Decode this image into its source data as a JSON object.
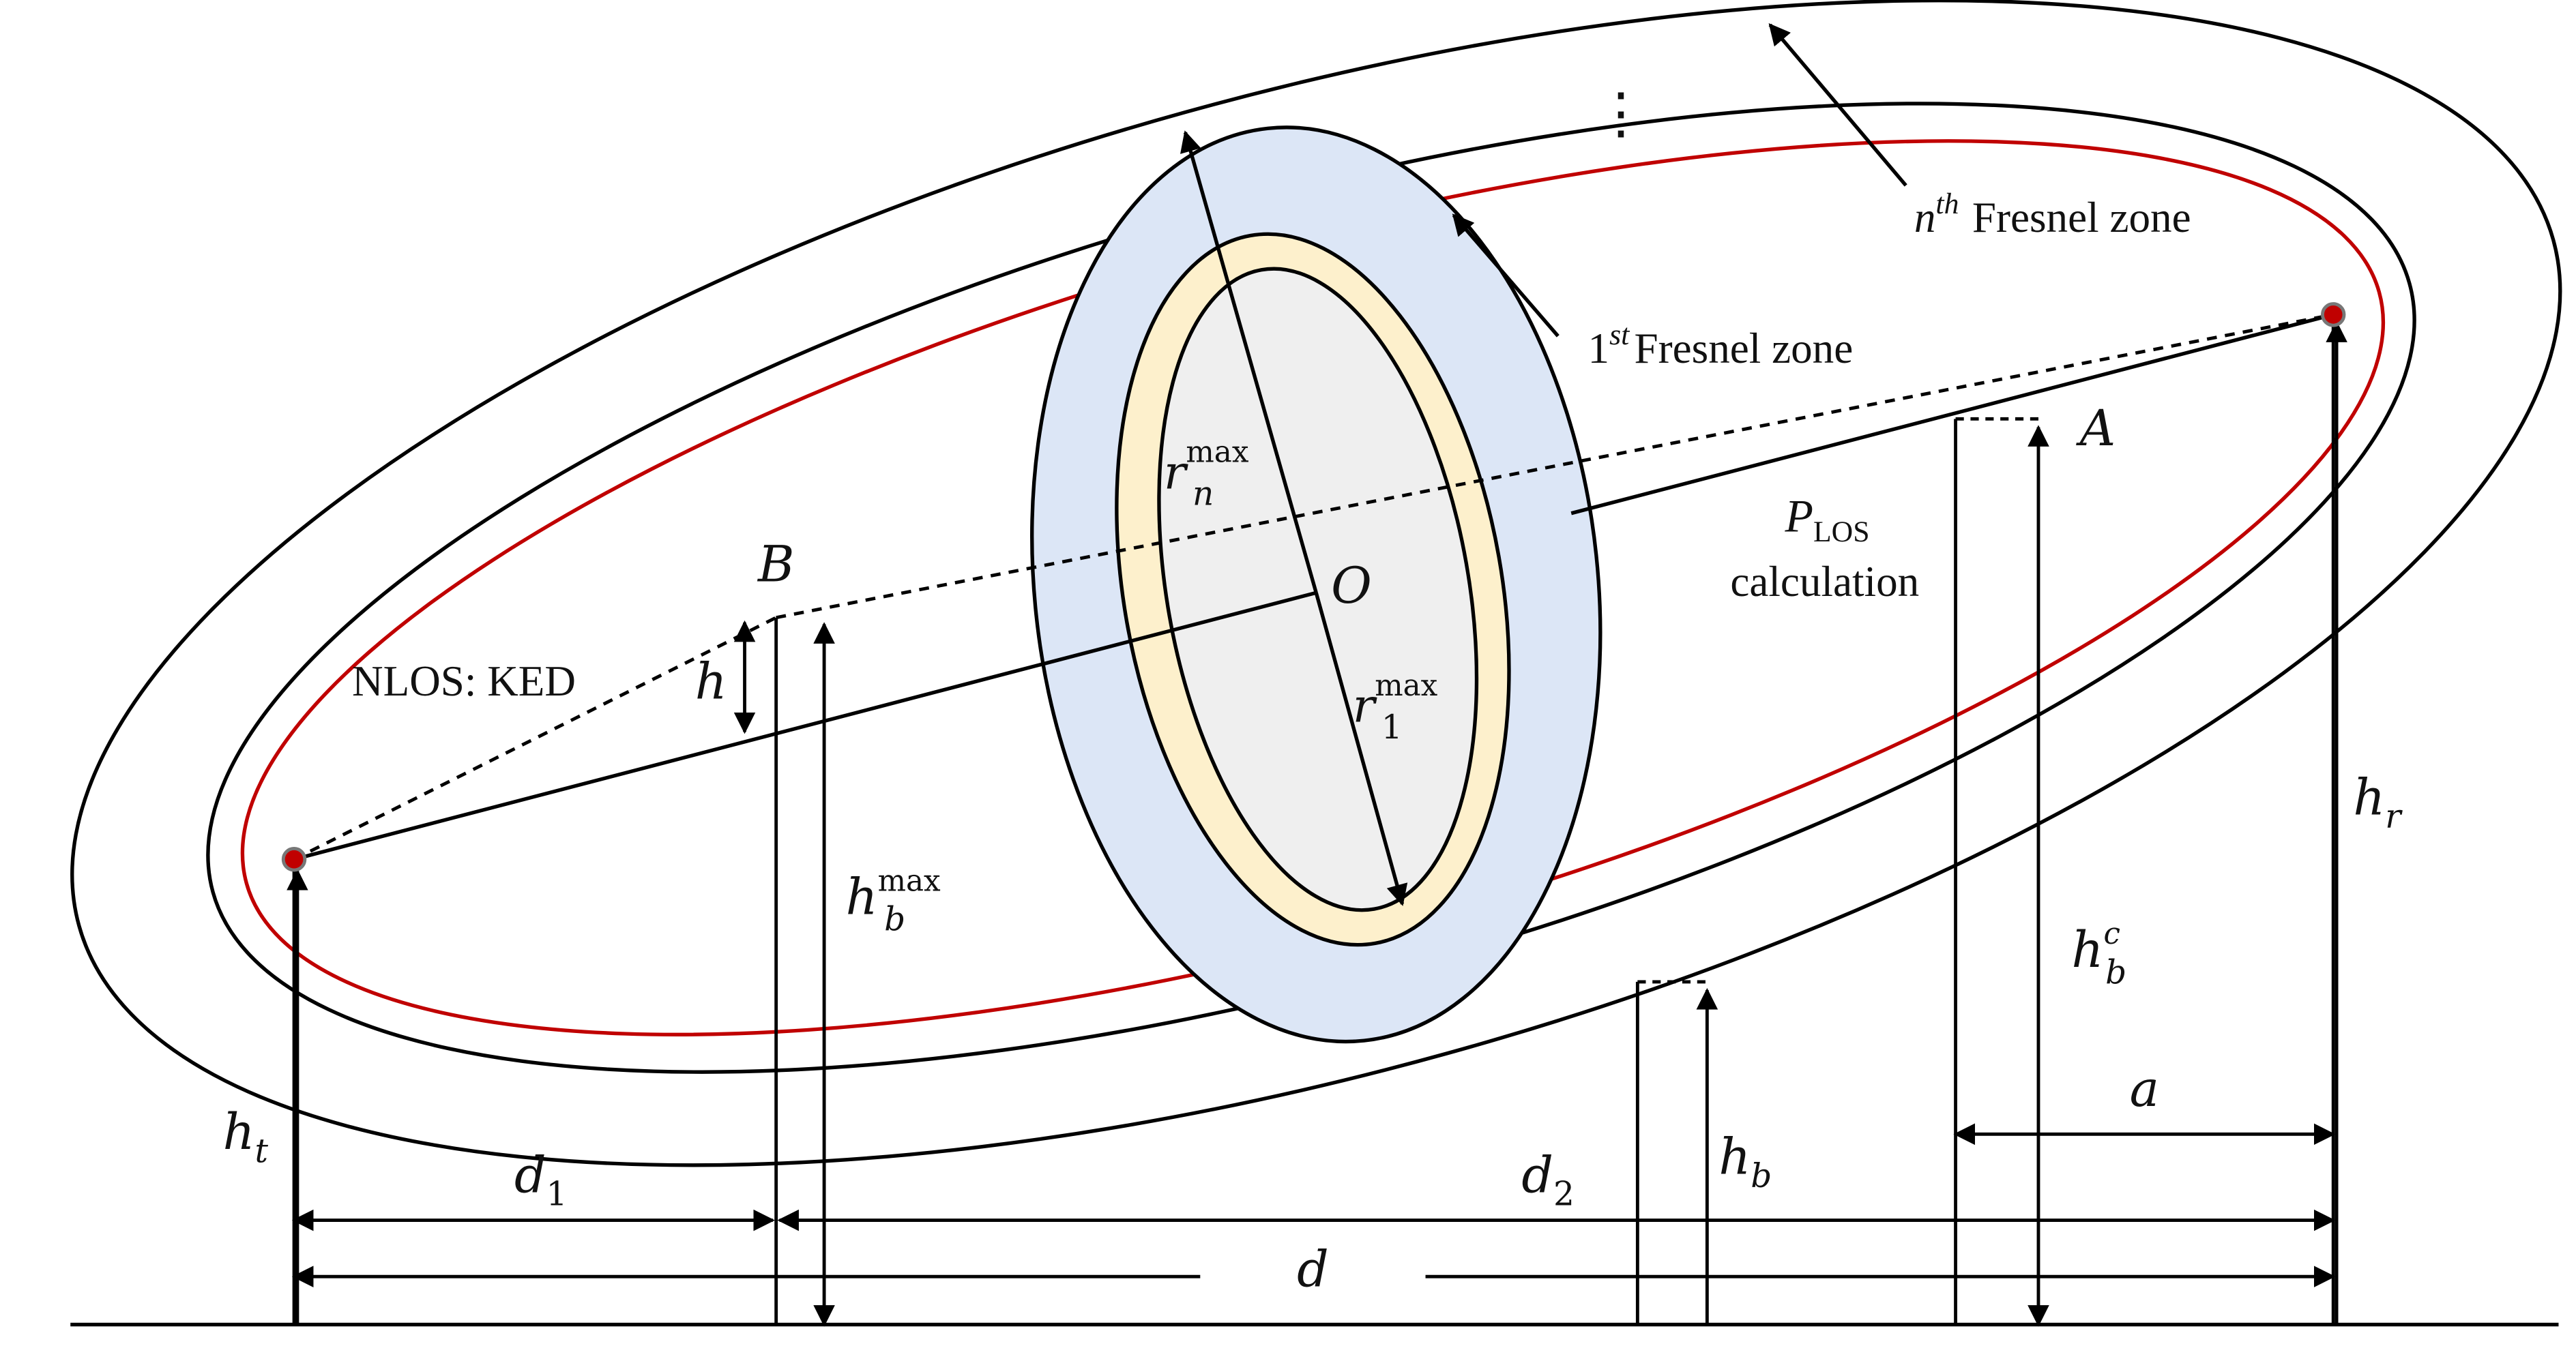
{
  "diagram": {
    "colors": {
      "ink": "#000000",
      "first_zone": "#c00000",
      "blue_fill": "#dce6f6",
      "cream_fill": "#fdf0cc",
      "inner_fill": "#efefef",
      "endpoint": "#c00000"
    },
    "zones": {
      "nth": {
        "sup": "th",
        "base": "n",
        "rest": "Fresnel zone"
      },
      "first": {
        "base": "1",
        "sup": "st",
        "rest": "Fresnel zone"
      },
      "continuation": "⋮"
    },
    "points": {
      "A": "A",
      "B": "B",
      "O": "O"
    },
    "radii": {
      "rn": {
        "base": "r",
        "sub": "n",
        "sup": "max"
      },
      "r1": {
        "base": "r",
        "sub": "1",
        "sup": "max"
      }
    },
    "plos": {
      "p": "P",
      "sub": "LOS",
      "line2": "calculation"
    },
    "nlos": "NLOS: KED",
    "heights": {
      "h": "h",
      "hbmax": {
        "base": "h",
        "sub": "b",
        "sup": "max"
      },
      "hbc": {
        "base": "h",
        "sub": "b",
        "sup": "c"
      },
      "hb": {
        "base": "h",
        "sub": "b"
      },
      "ht": {
        "base": "h",
        "sub": "t"
      },
      "hr": {
        "base": "h",
        "sub": "r"
      }
    },
    "distances": {
      "d1": {
        "base": "d",
        "sub": "1"
      },
      "d2": {
        "base": "d",
        "sub": "2"
      },
      "d": "d",
      "a": "a"
    }
  }
}
